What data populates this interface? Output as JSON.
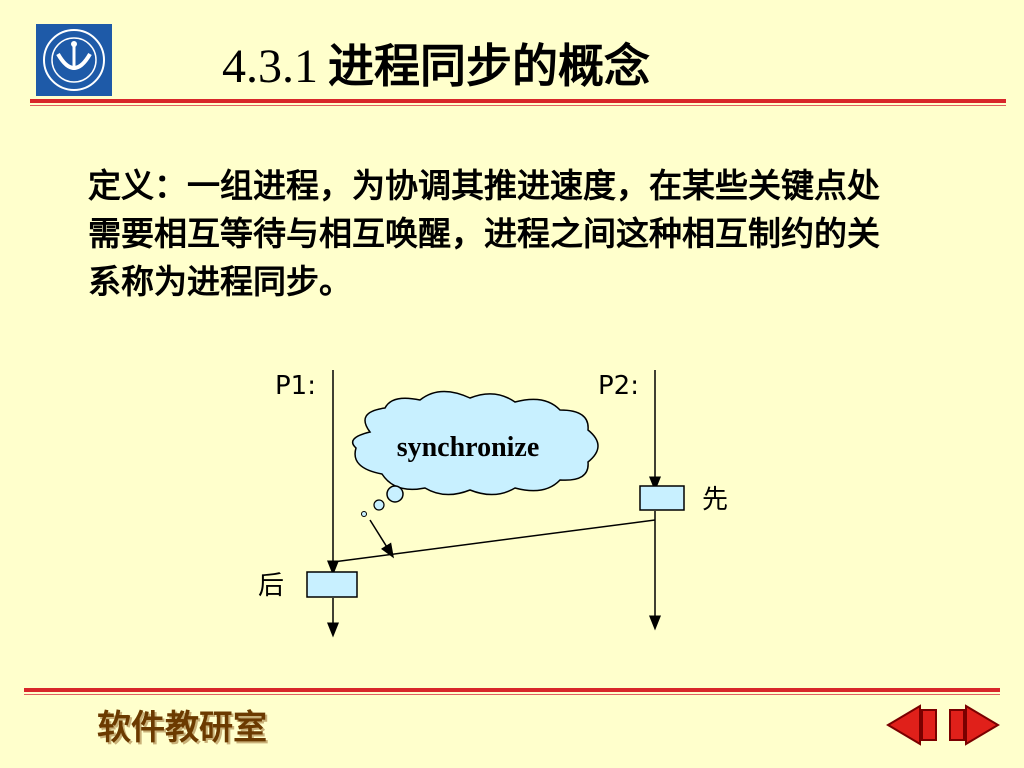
{
  "header": {
    "section_number": "4.3.1",
    "title": "进程同步的概念"
  },
  "definition": {
    "text": "定义：一组进程，为协调其推进速度，在某些关键点处需要相互等待与相互唤醒，进程之间这种相互制约的关系称为进程同步。"
  },
  "diagram": {
    "p1_label": "P1:",
    "p2_label": "P2:",
    "cloud_label": "synchronize",
    "first_label": "先",
    "later_label": "后",
    "box_fill": "#C8F0FF"
  },
  "footer": {
    "label": "软件教研室"
  },
  "colors": {
    "background": "#FFFFCC",
    "rule": "#D8262A",
    "logo_blue": "#1E5AA8",
    "nav_red": "#E0201A"
  }
}
